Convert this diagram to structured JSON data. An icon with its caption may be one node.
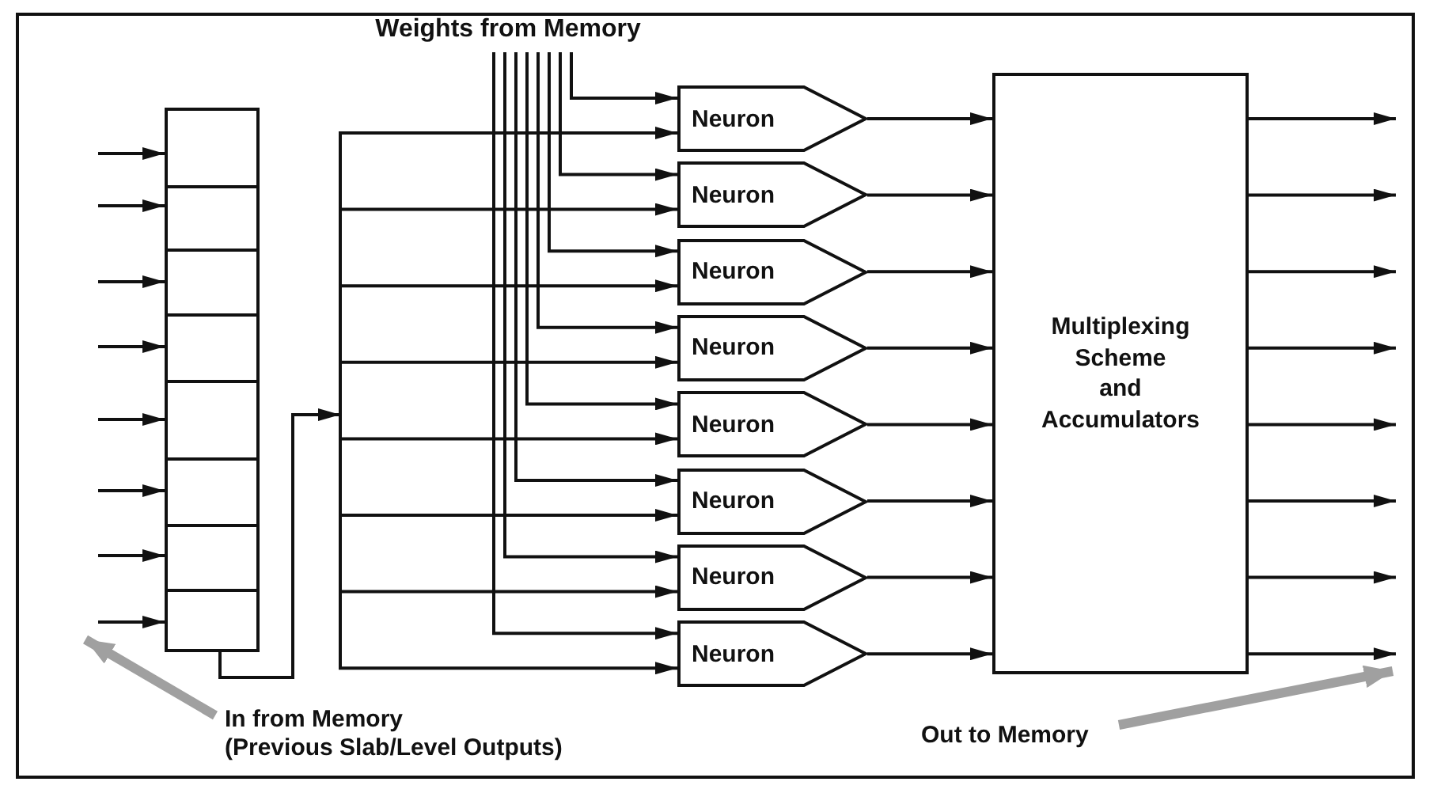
{
  "diagram": {
    "nodes": [
      {
        "text": [
          "Weights from Memory"
        ]
      },
      {
        "text": [],
        "shape": "box"
      },
      {
        "text": [
          "Neuron"
        ]
      },
      {
        "text": [
          "Neuron"
        ]
      },
      {
        "text": [
          "Neuron"
        ]
      },
      {
        "text": [
          "Neuron"
        ]
      },
      {
        "text": [
          "Neuron"
        ]
      },
      {
        "text": [
          "Neuron"
        ]
      },
      {
        "text": [
          "Neuron"
        ]
      },
      {
        "text": [
          "Neuron"
        ]
      },
      {
        "text": [
          "Multiplexing Scheme and Accumulators"
        ]
      },
      {
        "text": [
          "In from Memory",
          "(Previous Slab/Level Outputs)"
        ]
      },
      {
        "text": [
          "Out to Memory"
        ]
      }
    ],
    "edges": [
      {
        "from": null,
        "to": 1,
        "arrow": "to"
      },
      {
        "from": null,
        "to": 1,
        "arrow": "to"
      },
      {
        "from": null,
        "to": 1,
        "arrow": "to"
      },
      {
        "from": null,
        "to": 1,
        "arrow": "to"
      },
      {
        "from": null,
        "to": 1,
        "arrow": "to"
      },
      {
        "from": null,
        "to": 1,
        "arrow": "to"
      },
      {
        "from": null,
        "to": 1,
        "arrow": "to"
      },
      {
        "from": null,
        "to": 1,
        "arrow": "to"
      },
      {
        "from": 0,
        "to": 2,
        "arrow": "to"
      },
      {
        "from": 0,
        "to": 3,
        "arrow": "to"
      },
      {
        "from": 0,
        "to": 4,
        "arrow": "to"
      },
      {
        "from": 0,
        "to": 5,
        "arrow": "to"
      },
      {
        "from": 0,
        "to": 6,
        "arrow": "to"
      },
      {
        "from": 0,
        "to": 7,
        "arrow": "to"
      },
      {
        "from": 0,
        "to": 8,
        "arrow": "to"
      },
      {
        "from": 0,
        "to": 9,
        "arrow": "to"
      },
      {
        "from": 1,
        "to": 2,
        "arrow": "to"
      },
      {
        "from": 1,
        "to": 3,
        "arrow": "to"
      },
      {
        "from": 1,
        "to": 4,
        "arrow": "to"
      },
      {
        "from": 1,
        "to": 5,
        "arrow": "to"
      },
      {
        "from": 1,
        "to": 6,
        "arrow": "to"
      },
      {
        "from": 1,
        "to": 7,
        "arrow": "to"
      },
      {
        "from": 1,
        "to": 8,
        "arrow": "to"
      },
      {
        "from": 1,
        "to": 9,
        "arrow": "to"
      },
      {
        "from": 2,
        "to": 10,
        "arrow": "to"
      },
      {
        "from": 3,
        "to": 10,
        "arrow": "to"
      },
      {
        "from": 4,
        "to": 10,
        "arrow": "to"
      },
      {
        "from": 5,
        "to": 10,
        "arrow": "to"
      },
      {
        "from": 6,
        "to": 10,
        "arrow": "to"
      },
      {
        "from": 7,
        "to": 10,
        "arrow": "to"
      },
      {
        "from": 8,
        "to": 10,
        "arrow": "to"
      },
      {
        "from": 9,
        "to": 10,
        "arrow": "to"
      },
      {
        "from": 10,
        "to": null,
        "arrow": "to"
      },
      {
        "from": 10,
        "to": null,
        "arrow": "to"
      },
      {
        "from": 10,
        "to": null,
        "arrow": "to"
      },
      {
        "from": 10,
        "to": null,
        "arrow": "to"
      },
      {
        "from": 10,
        "to": null,
        "arrow": "to"
      },
      {
        "from": 10,
        "to": null,
        "arrow": "to"
      },
      {
        "from": 10,
        "to": null,
        "arrow": "to"
      },
      {
        "from": 10,
        "to": null,
        "arrow": "to"
      },
      {
        "from": 11,
        "to": null,
        "arrow": "to",
        "style": "thick",
        "color": "#a0a0a0"
      },
      {
        "from": 12,
        "to": null,
        "arrow": "to",
        "style": "thick",
        "color": "#a0a0a0"
      }
    ]
  }
}
